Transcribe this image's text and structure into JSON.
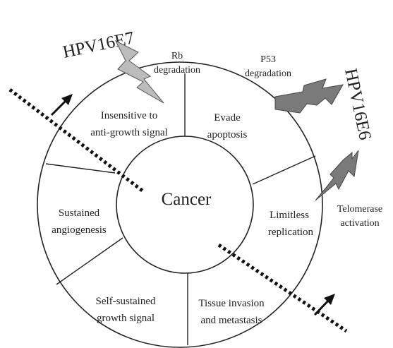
{
  "center": "Cancer",
  "segments": {
    "insensitive": [
      "Insensitive to",
      "anti-growth signal"
    ],
    "evade": [
      "Evade",
      "apoptosis"
    ],
    "limitless": [
      "Limitless",
      "replication"
    ],
    "tissue": [
      "Tissue invasion",
      "and metastasis"
    ],
    "selfsustained": [
      "Self-sustained",
      "growth signal"
    ],
    "angiogenesis": [
      "Sustained",
      "angiogenesis"
    ]
  },
  "effects": {
    "rb": [
      "Rb",
      "degradation"
    ],
    "p53": [
      "P53",
      "degradation"
    ],
    "telomerase": [
      "Telomerase",
      "activation"
    ]
  },
  "viruses": {
    "e7": "HPV16E7",
    "e6": "HPV16E6"
  },
  "colors": {
    "line": "#222222",
    "e7_bolt": "#bcbcbc",
    "e6_bolt": "#7a7a7a"
  }
}
